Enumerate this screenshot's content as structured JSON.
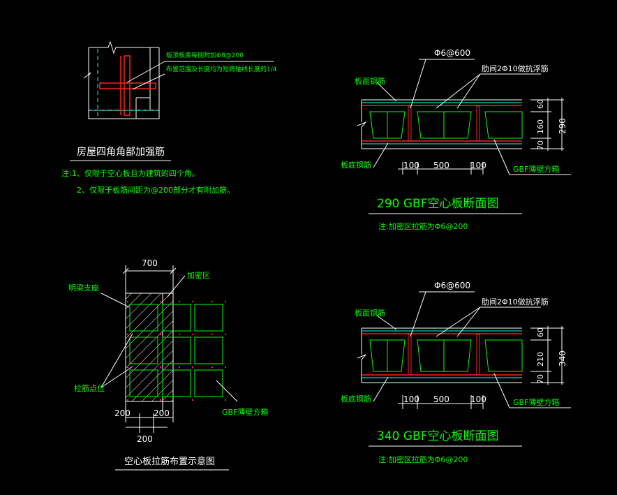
{
  "colors": {
    "background": "#000000",
    "line": "#ffffff",
    "text": "#00ff00",
    "rebar": "#ff2020",
    "concrete_edge": "#00ffff",
    "hollow_box": "#00ff00"
  },
  "corner_detail": {
    "note_line1": "板顶板底每侧附加Φ8@200",
    "note_line2": "布置范围及长度均为短跨轴线长度的1/4",
    "title": "房屋四角角部加强筋",
    "note1": "注:1、仅限于空心板且为建筑的四个角。",
    "note2": "2、仅限于板筋间距为@200部分才有附加筋。"
  },
  "layout_plan": {
    "dim_top": "700",
    "label_zone": "加密区",
    "label_support": "明梁支座",
    "label_tie": "拉筋点位",
    "label_box": "GBF薄壁方箱",
    "dim_left": "200",
    "dim_right": "200",
    "dim_bottom": "200",
    "title": "空心板拉筋布置示意图"
  },
  "section_290": {
    "stirrup": "Φ6@600",
    "rib_bar": "肋间2Φ10做抗浮筋",
    "top_rebar": "板面钢筋",
    "bottom_rebar": "板底钢筋",
    "dim_100a": "100",
    "dim_500": "500",
    "dim_100b": "100",
    "box": "GBF薄壁方箱",
    "dim_top": "60",
    "dim_mid": "160",
    "dim_bot": "70",
    "dim_total": "290",
    "title": "290 GBF空心板断面图",
    "note": "注:加密区拉筋为Φ6@200"
  },
  "section_340": {
    "stirrup": "Φ6@600",
    "rib_bar": "肋间2Φ10做抗浮筋",
    "top_rebar": "板面钢筋",
    "bottom_rebar": "板底钢筋",
    "dim_100a": "100",
    "dim_500": "500",
    "dim_100b": "100",
    "box": "GBF薄壁方箱",
    "dim_top": "60",
    "dim_mid": "210",
    "dim_bot": "70",
    "dim_total": "340",
    "title": "340 GBF空心板断面图",
    "note": "注:加密区拉筋为Φ6@200"
  }
}
